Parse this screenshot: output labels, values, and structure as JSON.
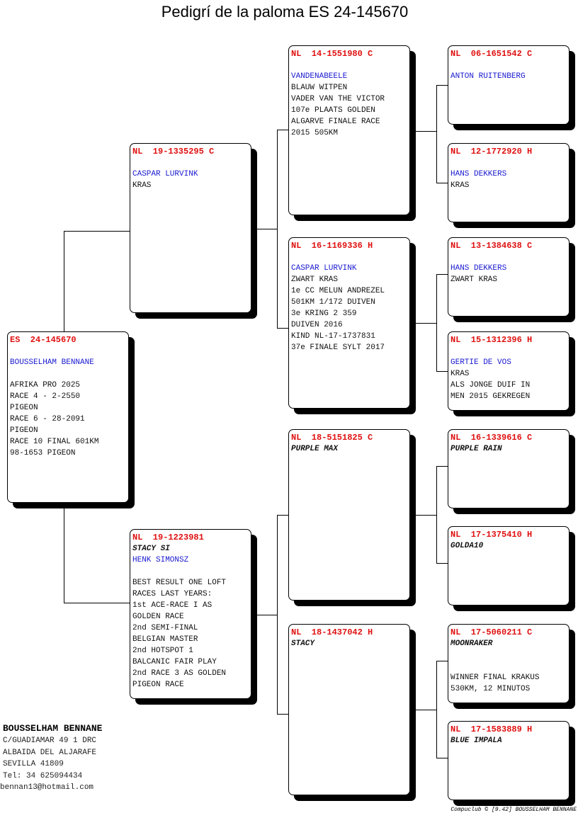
{
  "title": "Pedigrí de la paloma ES  24-145670",
  "pigeons": [
    {
      "lines": [
        {
          "text": "ES  24-145670",
          "style": "red"
        },
        {
          "text": "",
          "style": ""
        },
        {
          "text": "BOUSSELHAM BENNANE",
          "style": "blue"
        },
        {
          "text": "",
          "style": ""
        },
        {
          "text": "AFRIKA PRO 2025",
          "style": ""
        },
        {
          "text": "RACE 4 - 2-2550",
          "style": ""
        },
        {
          "text": "PIGEON",
          "style": ""
        },
        {
          "text": "RACE 6 - 28-2091",
          "style": ""
        },
        {
          "text": "PIGEON",
          "style": ""
        },
        {
          "text": "RACE 10 FINAL 601KM",
          "style": ""
        },
        {
          "text": "98-1653 PIGEON",
          "style": ""
        }
      ]
    },
    {
      "lines": [
        {
          "text": "NL  19-1335295 C",
          "style": "red"
        },
        {
          "text": "",
          "style": ""
        },
        {
          "text": "CASPAR LURVINK",
          "style": "blue"
        },
        {
          "text": "KRAS",
          "style": ""
        }
      ]
    },
    {
      "lines": [
        {
          "text": "NL  19-1223981",
          "style": "red"
        },
        {
          "text": "STACY SI",
          "style": "italic"
        },
        {
          "text": "HENK SIMONSZ",
          "style": "blue"
        },
        {
          "text": "",
          "style": ""
        },
        {
          "text": "BEST RESULT ONE LOFT",
          "style": ""
        },
        {
          "text": "RACES LAST YEARS:",
          "style": ""
        },
        {
          "text": "1st ACE-RACE I AS",
          "style": ""
        },
        {
          "text": "GOLDEN RACE",
          "style": ""
        },
        {
          "text": "2nd SEMI-FINAL",
          "style": ""
        },
        {
          "text": "BELGIAN MASTER",
          "style": ""
        },
        {
          "text": "2nd HOTSPOT 1",
          "style": ""
        },
        {
          "text": "BALCANIC FAIR PLAY",
          "style": ""
        },
        {
          "text": "2nd RACE 3 AS GOLDEN",
          "style": ""
        },
        {
          "text": "PIGEON RACE",
          "style": ""
        }
      ]
    },
    {
      "lines": [
        {
          "text": "NL  14-1551980 C",
          "style": "red"
        },
        {
          "text": "",
          "style": ""
        },
        {
          "text": "VANDENABEELE",
          "style": "blue"
        },
        {
          "text": "BLAUW WITPEN",
          "style": ""
        },
        {
          "text": "VADER VAN THE VICTOR",
          "style": ""
        },
        {
          "text": "107e PLAATS GOLDEN",
          "style": ""
        },
        {
          "text": "ALGARVE FINALE RACE",
          "style": ""
        },
        {
          "text": "2015 505KM",
          "style": ""
        }
      ]
    },
    {
      "lines": [
        {
          "text": "NL  16-1169336 H",
          "style": "red"
        },
        {
          "text": "",
          "style": ""
        },
        {
          "text": "CASPAR LURVINK",
          "style": "blue"
        },
        {
          "text": "ZWART KRAS",
          "style": ""
        },
        {
          "text": "1e CC MELUN ANDREZEL",
          "style": ""
        },
        {
          "text": "501KM 1/172 DUIVEN",
          "style": ""
        },
        {
          "text": "3e KRING 2 359",
          "style": ""
        },
        {
          "text": "DUIVEN 2016",
          "style": ""
        },
        {
          "text": "KIND NL-17-1737831",
          "style": ""
        },
        {
          "text": "37e FINALE SYLT 2017",
          "style": ""
        }
      ]
    },
    {
      "lines": [
        {
          "text": "NL  18-5151825 C",
          "style": "red"
        },
        {
          "text": "PURPLE MAX",
          "style": "italic"
        }
      ]
    },
    {
      "lines": [
        {
          "text": "NL  18-1437042 H",
          "style": "red"
        },
        {
          "text": "STACY",
          "style": "italic"
        }
      ]
    },
    {
      "lines": [
        {
          "text": "NL  06-1651542 C",
          "style": "red"
        },
        {
          "text": "",
          "style": ""
        },
        {
          "text": "ANTON RUITENBERG",
          "style": "blue"
        }
      ]
    },
    {
      "lines": [
        {
          "text": "NL  12-1772920 H",
          "style": "red"
        },
        {
          "text": "",
          "style": ""
        },
        {
          "text": "HANS DEKKERS",
          "style": "blue"
        },
        {
          "text": "KRAS",
          "style": ""
        }
      ]
    },
    {
      "lines": [
        {
          "text": "NL  13-1384638 C",
          "style": "red"
        },
        {
          "text": "",
          "style": ""
        },
        {
          "text": "HANS DEKKERS",
          "style": "blue"
        },
        {
          "text": "ZWART KRAS",
          "style": ""
        }
      ]
    },
    {
      "lines": [
        {
          "text": "NL  15-1312396 H",
          "style": "red"
        },
        {
          "text": "",
          "style": ""
        },
        {
          "text": "GERTIE DE VOS",
          "style": "blue"
        },
        {
          "text": "KRAS",
          "style": ""
        },
        {
          "text": "ALS JONGE DUIF IN",
          "style": ""
        },
        {
          "text": "MEN 2015 GEKREGEN",
          "style": ""
        }
      ]
    },
    {
      "lines": [
        {
          "text": "NL  16-1339616 C",
          "style": "red"
        },
        {
          "text": "PURPLE RAIN",
          "style": "italic"
        }
      ]
    },
    {
      "lines": [
        {
          "text": "NL  17-1375410 H",
          "style": "red"
        },
        {
          "text": "GOLDA10",
          "style": "italic"
        }
      ]
    },
    {
      "lines": [
        {
          "text": "NL  17-5060211 C",
          "style": "red"
        },
        {
          "text": "MOONRAKER",
          "style": "italic"
        },
        {
          "text": "",
          "style": ""
        },
        {
          "text": "",
          "style": ""
        },
        {
          "text": "WINNER FINAL KRAKUS",
          "style": ""
        },
        {
          "text": "530KM, 12 MINUTOS",
          "style": ""
        }
      ]
    },
    {
      "lines": [
        {
          "text": "NL  17-1583889 H",
          "style": "red"
        },
        {
          "text": "BLUE IMPALA",
          "style": "italic"
        }
      ]
    }
  ],
  "breeder": {
    "name": "BOUSSELHAM BENNANE",
    "address1": "C/GUADIAMAR 49 1 DRC",
    "address2": "ALBAIDA DEL ALJARAFE",
    "address3": "SEVILLA 41809",
    "phone": "Tel: 34 625094434",
    "email": "bennan13@hotmail.com"
  },
  "footer": "Compuclub © [9.42]  BOUSSELHAM BENNANE",
  "colors": {
    "ring": "#e01010",
    "breeder": "#1a1ad0",
    "text": "#111111"
  }
}
